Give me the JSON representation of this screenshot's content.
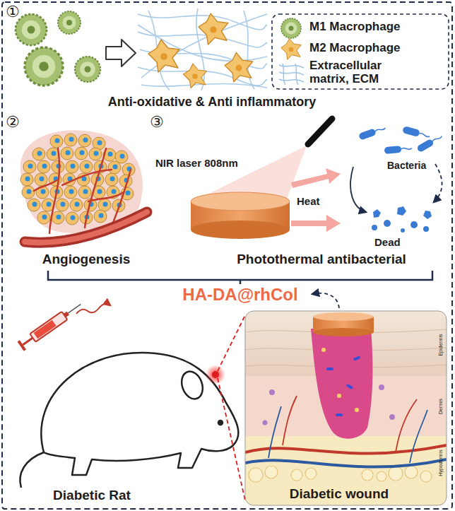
{
  "diagram": {
    "labels": [
      "①",
      "Anti-oxidative & Anti inflammatory",
      "②",
      "③",
      "NIR laser 808nm",
      "Heat",
      "Bacteria",
      "Dead",
      "Angiogenesis",
      "Photothermal antibacterial",
      "HA-DA@rhCol",
      "Diabetic Rat",
      "Diabetic wound",
      "Epidermis",
      "Dermis",
      "Hypodermis"
    ],
    "legend": [
      {
        "text": "M1 Macrophage"
      },
      {
        "text": "M2 Macrophage"
      },
      {
        "text": "Extracellular matrix, ECM"
      }
    ]
  }
}
